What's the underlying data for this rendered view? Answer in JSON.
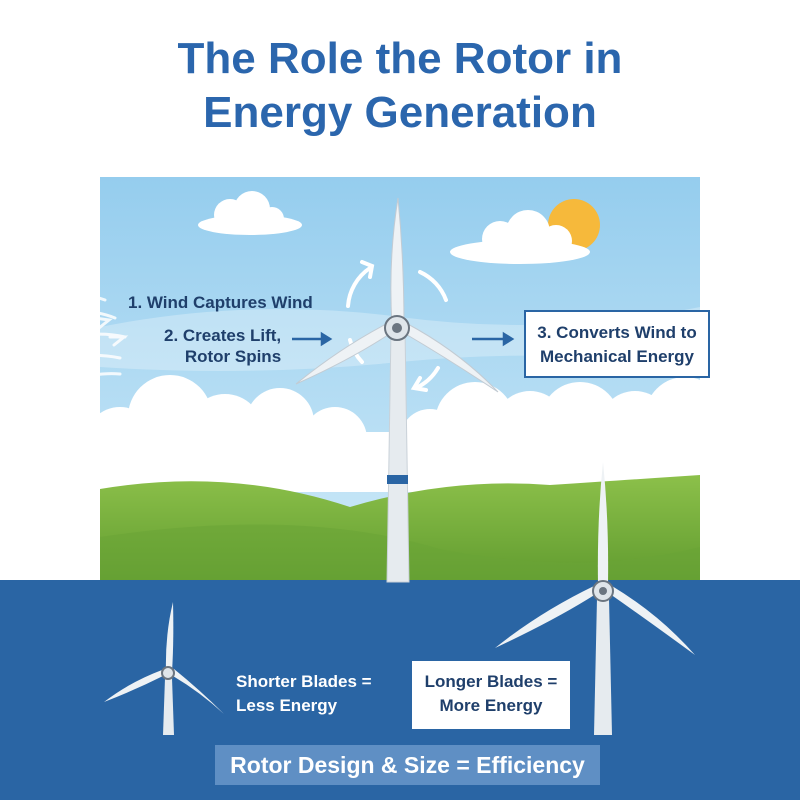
{
  "title": {
    "line1": "The Role the Rotor in",
    "line2": "Energy Generation"
  },
  "steps": {
    "step1": "1.  Wind Captures Wind",
    "step2_line1": "2. Creates Lift,",
    "step2_line2": "Rotor Spins",
    "step3_line1": "3. Converts Wind to",
    "step3_line2": "Mechanical Energy"
  },
  "comparison": {
    "short_line1": "Shorter Blades =",
    "short_line2": "Less Energy",
    "long_line1": "Longer Blades =",
    "long_line2": "More Energy"
  },
  "banner": "Rotor Design & Size = Efficiency",
  "colors": {
    "title": "#2b66ad",
    "sky": "#a9d8f2",
    "hills": "#7db43c",
    "band": "#2a65a4",
    "banner": "#5f8fc4",
    "sun": "#f6b93b"
  },
  "icons": [
    "wind-icon",
    "rotation-arrow-icon",
    "right-arrow-icon",
    "sun-icon",
    "cloud-icon",
    "wind-turbine-icon"
  ]
}
